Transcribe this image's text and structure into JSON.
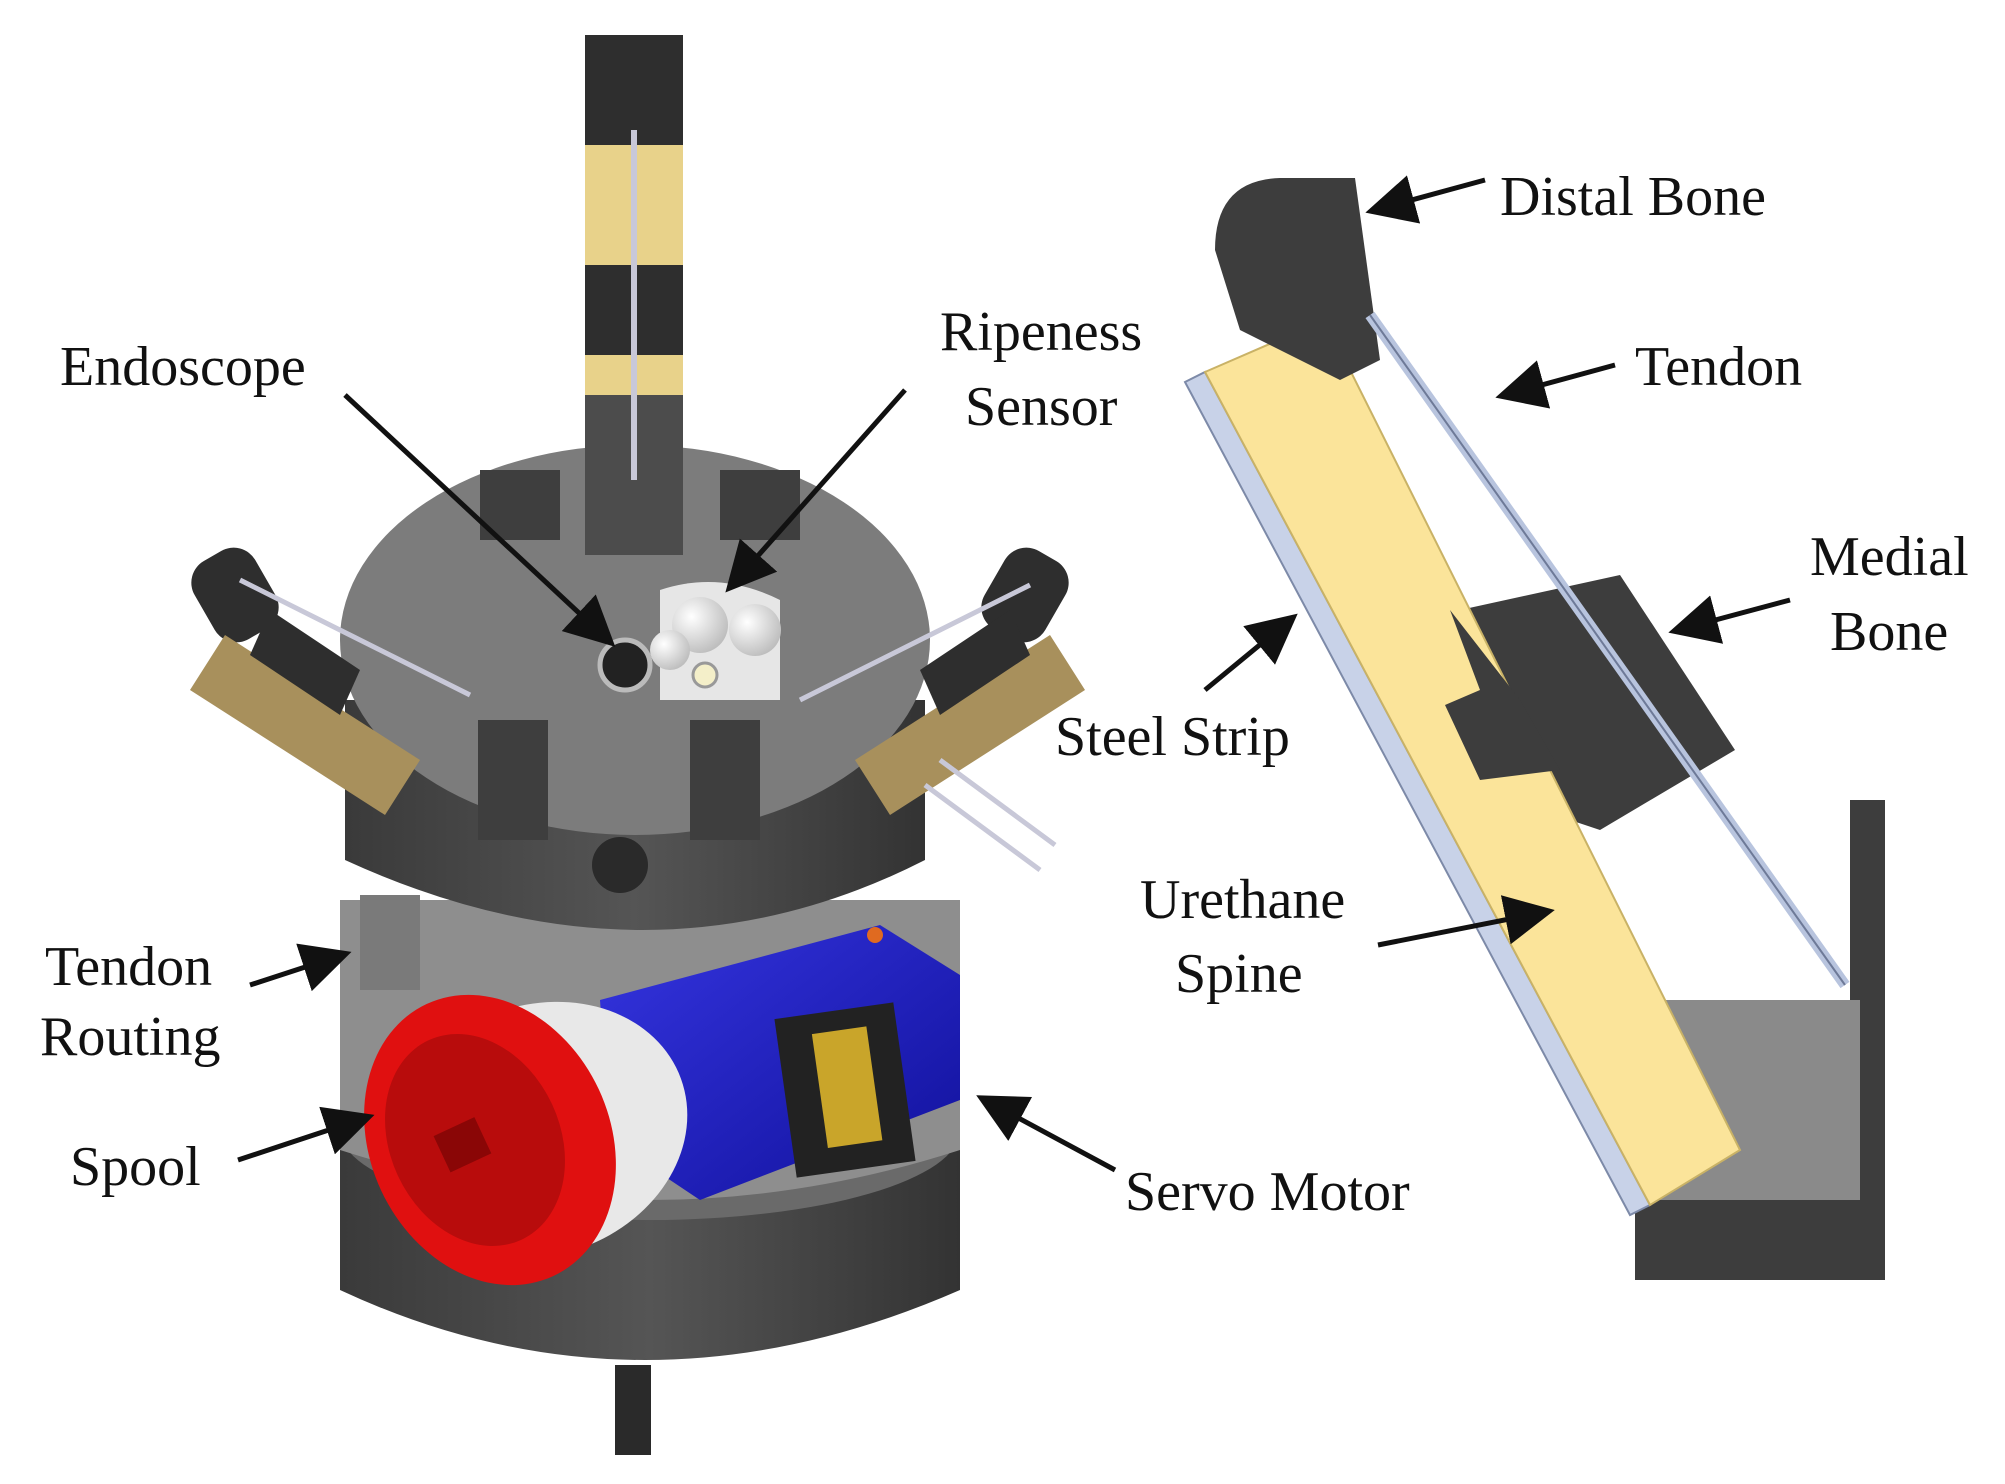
{
  "labels": {
    "endoscope": "Endoscope",
    "ripeness_line1": "Ripeness",
    "ripeness_line2": "Sensor",
    "tendon_routing_line1": "Tendon",
    "tendon_routing_line2": "Routing",
    "spool": "Spool",
    "servo_motor": "Servo Motor",
    "distal_bone": "Distal Bone",
    "tendon": "Tendon",
    "medial_bone_line1": "Medial",
    "medial_bone_line2": "Bone",
    "steel_strip": "Steel Strip",
    "urethane_line1": "Urethane",
    "urethane_line2": "Spine"
  },
  "colors": {
    "dark_gray": "#3d3d3d",
    "mid_gray": "#6e6e6e",
    "light_gray": "#9a9a9a",
    "urethane": "#fbe49a",
    "tan": "#a8905c",
    "spool_red": "#e01010",
    "servo_blue": "#1a1ac8",
    "steel": "#c8d2e8"
  }
}
